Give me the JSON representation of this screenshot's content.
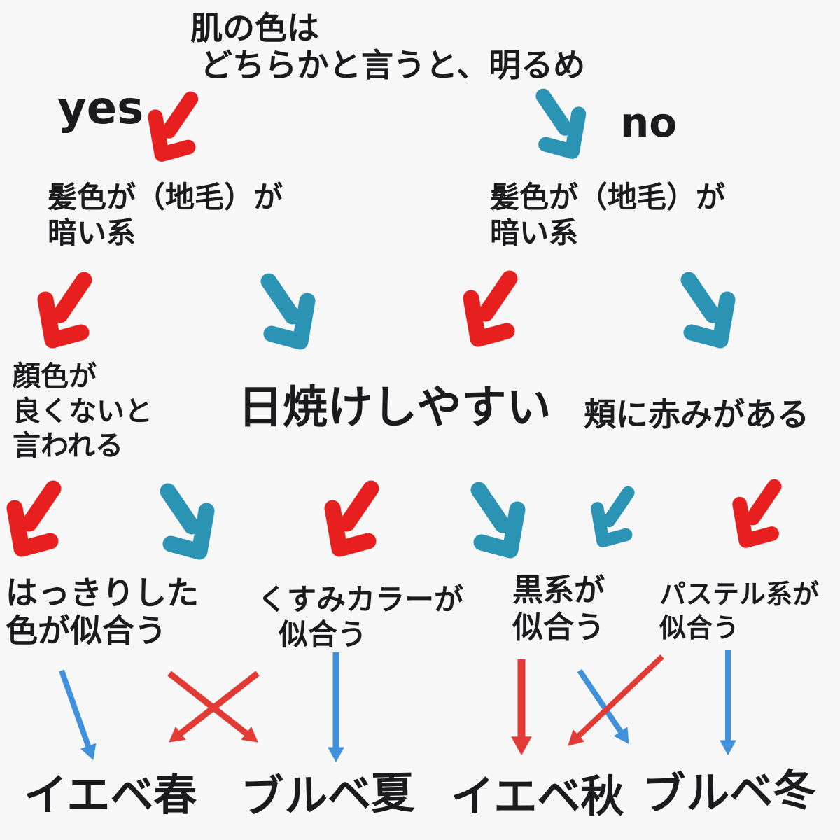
{
  "colors": {
    "background": "#f7f7f8",
    "text": "#1b1b1d",
    "red_arrow": "#e81f1f",
    "teal_arrow": "#2b93b4",
    "thin_red": "#e23b35",
    "thin_blue": "#4190dc"
  },
  "flow": {
    "root": {
      "line1": "肌の色は",
      "line2": "どちらかと言うと、明るめ"
    },
    "yes": "yes",
    "no": "no",
    "hair_left": {
      "line1": "髪色が（地毛）が",
      "line2": "暗い系"
    },
    "hair_right": {
      "line1": "髪色が（地毛）が",
      "line2": "暗い系"
    },
    "complexion": {
      "line1": "顔色が",
      "line2": "良くないと",
      "line3": "言われる"
    },
    "tan": "日焼けしやすい",
    "cheeks": "頬に赤みがある",
    "vivid": {
      "line1": "はっきりした",
      "line2": "色が似合う"
    },
    "muted": {
      "line1": "くすみカラーが",
      "line2": "似合う"
    },
    "black": {
      "line1": "黒系が",
      "line2": "似合う"
    },
    "pastel": {
      "line1": "パステル系が",
      "line2": "似合う"
    },
    "results": {
      "spring": "イエベ春",
      "summer": "ブルベ夏",
      "autumn": "イエベ秋",
      "winter": "ブルベ冬"
    }
  }
}
